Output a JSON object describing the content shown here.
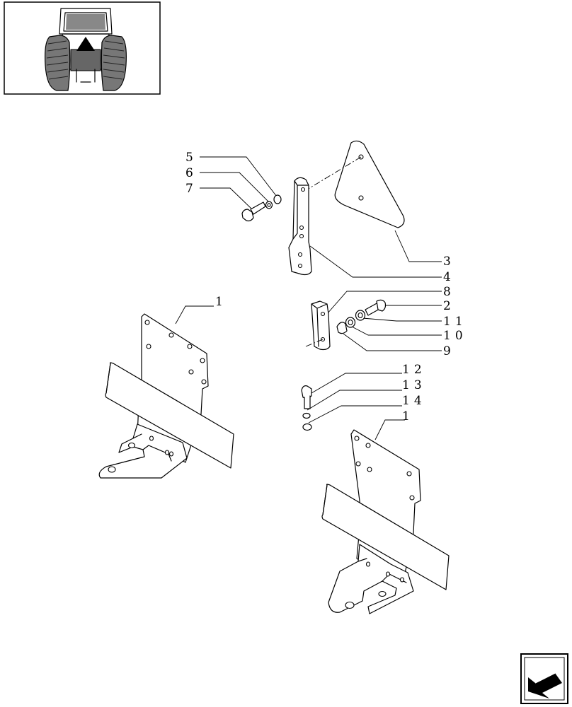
{
  "diagram": {
    "callouts": {
      "c1a": "1",
      "c1b": "1",
      "c2": "2",
      "c3": "3",
      "c4": "4",
      "c5": "5",
      "c6": "6",
      "c7": "7",
      "c8": "8",
      "c9": "9",
      "c10": "10",
      "c11": "11",
      "c12": "12",
      "c13": "13",
      "c14": "14"
    }
  },
  "icons": {
    "thumbnail": "tractor-rear-view-icon",
    "navigation": "next-page-arrow-icon"
  }
}
